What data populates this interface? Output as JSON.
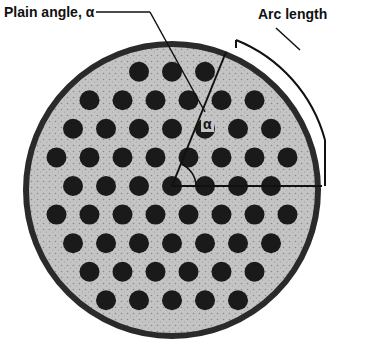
{
  "diagram": {
    "labels": [
      "Plain angle, α",
      "Arc length",
      "α"
    ]
  }
}
